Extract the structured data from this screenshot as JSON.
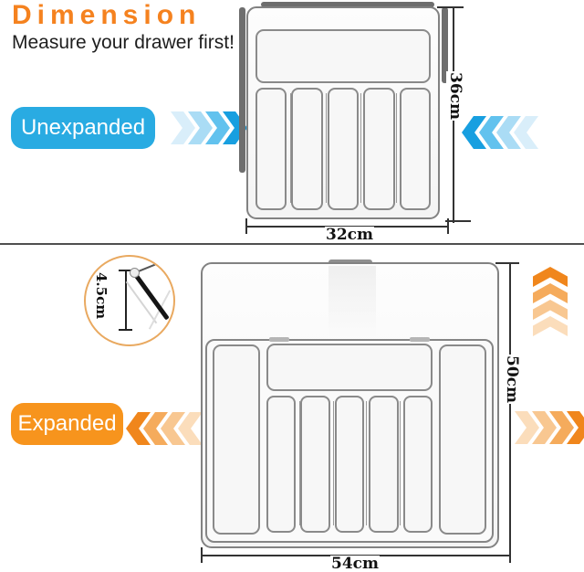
{
  "header": {
    "title": "Dimension",
    "subtitle": "Measure your drawer first!"
  },
  "unexpanded": {
    "badge_label": "Unexpanded",
    "width_label": "32cm",
    "height_label": "36cm"
  },
  "expanded": {
    "badge_label": "Expanded",
    "width_label": "54cm",
    "height_label": "50cm",
    "corner_depth_label": "4.5cm"
  },
  "colors": {
    "title_orange": "#F5821F",
    "badge_blue": "#29ABE2",
    "badge_orange": "#F7941D",
    "blue_chevrons_light_to_dark": [
      "#D9EEFA",
      "#AADCF5",
      "#62C2EE",
      "#189FE0"
    ],
    "orange_chevrons_light_to_dark": [
      "#FBDDBB",
      "#F8C791",
      "#F5AB5C",
      "#F0861C"
    ],
    "dimension_line": "#333333",
    "detail_circle_border": "#E9A960"
  }
}
